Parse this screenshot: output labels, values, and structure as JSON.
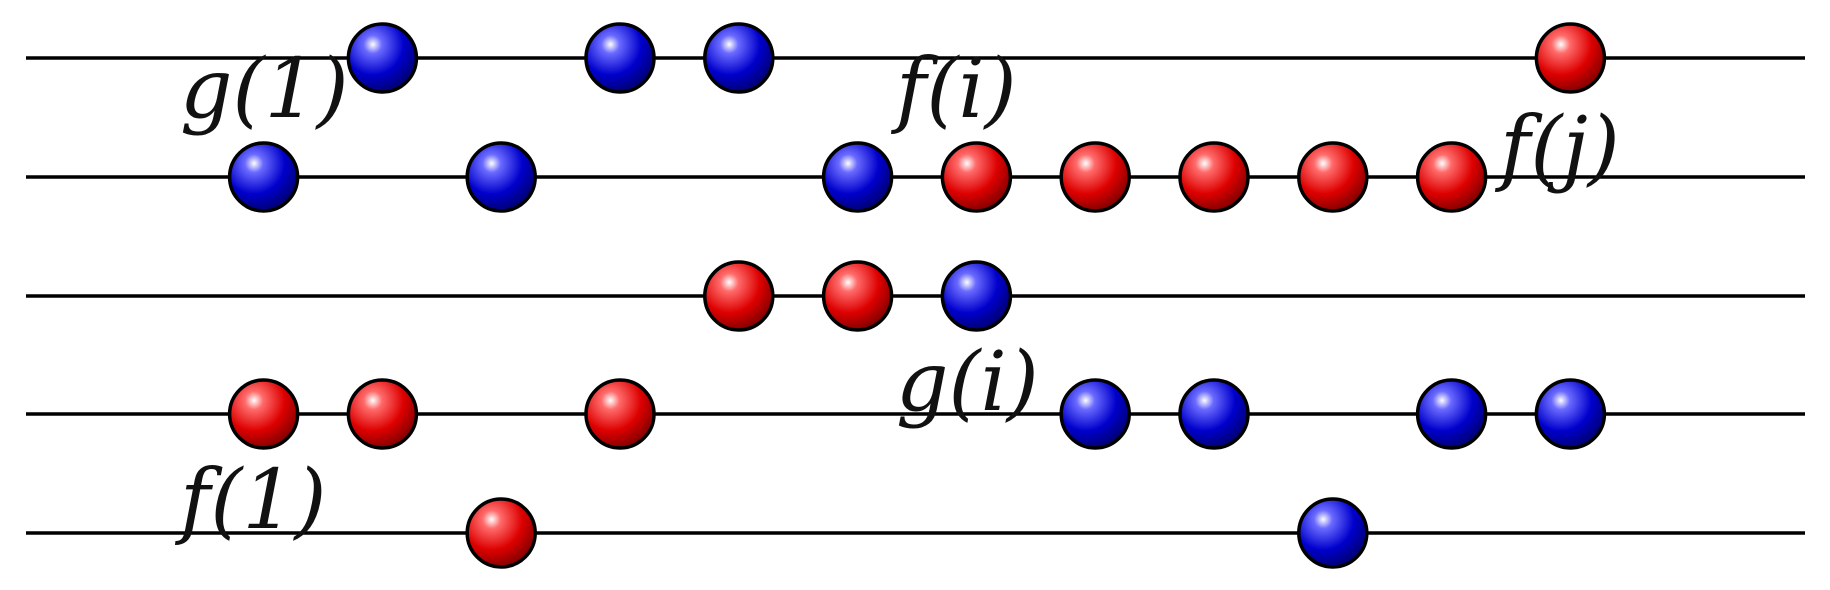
{
  "colors": {
    "red": "#cc0000",
    "blue": "#0000bb",
    "track": "#000000"
  },
  "tracks": [
    {
      "balls": [
        {
          "color": "blue",
          "slot": 3
        },
        {
          "color": "blue",
          "slot": 5
        },
        {
          "color": "blue",
          "slot": 6
        },
        {
          "color": "red",
          "slot": 13
        }
      ]
    },
    {
      "balls": [
        {
          "color": "blue",
          "slot": 2
        },
        {
          "color": "blue",
          "slot": 4
        },
        {
          "color": "blue",
          "slot": 7
        },
        {
          "color": "red",
          "slot": 8
        },
        {
          "color": "red",
          "slot": 9
        },
        {
          "color": "red",
          "slot": 10
        },
        {
          "color": "red",
          "slot": 11
        },
        {
          "color": "red",
          "slot": 12
        }
      ]
    },
    {
      "balls": [
        {
          "color": "red",
          "slot": 6
        },
        {
          "color": "red",
          "slot": 7
        },
        {
          "color": "blue",
          "slot": 8
        }
      ]
    },
    {
      "balls": [
        {
          "color": "red",
          "slot": 2
        },
        {
          "color": "red",
          "slot": 3
        },
        {
          "color": "red",
          "slot": 5
        },
        {
          "color": "blue",
          "slot": 9
        },
        {
          "color": "blue",
          "slot": 10
        },
        {
          "color": "blue",
          "slot": 12
        },
        {
          "color": "blue",
          "slot": 13
        }
      ]
    },
    {
      "balls": [
        {
          "color": "red",
          "slot": 4
        },
        {
          "color": "blue",
          "slot": 11
        }
      ]
    }
  ],
  "labels": {
    "g1": "g(1)",
    "fi": "f(i)",
    "fj": "f(j)",
    "gi": "g(i)",
    "f1": "f(1)"
  }
}
